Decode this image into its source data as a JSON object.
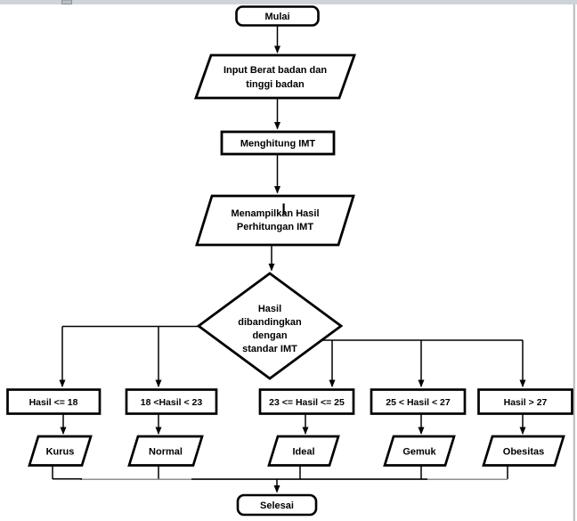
{
  "window": {
    "top_bar_color": "#cfd4d9",
    "handle_color": "#b9bec3",
    "right_border_color": "#b6bbc0"
  },
  "flowchart": {
    "nodes": {
      "start": {
        "label": "Mulai"
      },
      "input": {
        "line1": "Input Berat badan dan",
        "line2": "tinggi badan"
      },
      "process": {
        "label": "Menghitung IMT"
      },
      "output": {
        "line1": "Menampilkan Hasil",
        "line2": "Perhitungan IMT"
      },
      "decision": {
        "line1": "Hasil",
        "line2": "dibandingkan",
        "line3": "dengan",
        "line4": "standar IMT"
      },
      "end": {
        "label": "Selesai"
      }
    },
    "branches": [
      {
        "condition": "Hasil <= 18",
        "result": "Kurus"
      },
      {
        "condition": "18 <Hasil < 23",
        "result": "Normal"
      },
      {
        "condition": "23 <= Hasil <= 25",
        "result": "Ideal"
      },
      {
        "condition": "25 < Hasil < 27",
        "result": "Gemuk"
      },
      {
        "condition": "Hasil > 27",
        "result": "Obesitas"
      }
    ],
    "colors": {
      "shape_fill": "#ffffff",
      "shape_border": "#000000",
      "connector": "#000000",
      "connector_muted": "#8f8f8f"
    }
  }
}
